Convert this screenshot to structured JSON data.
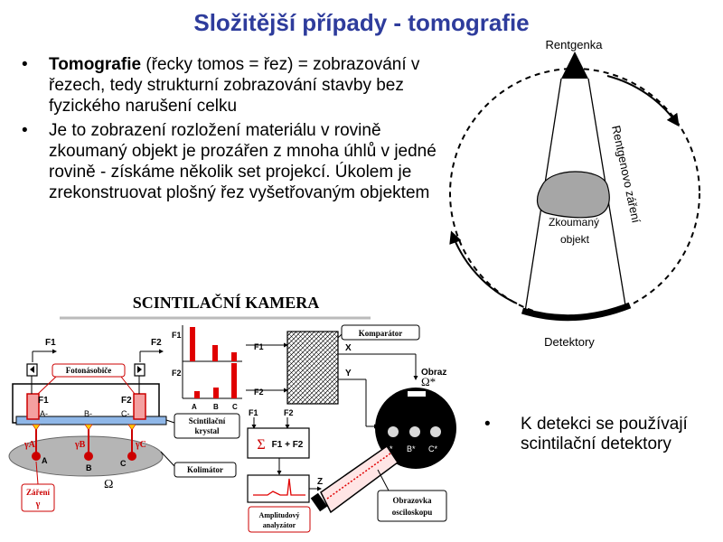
{
  "title": "Složitější případy - tomografie",
  "bullets": [
    {
      "bold": "Tomografie",
      "text": " (řecky tomos = řez) = zobrazování v řezech, tedy strukturní zobrazování stavby bez fyzického narušení celku"
    },
    {
      "text": "Je to zobrazení rozložení materiálu v rovině zkoumaný objekt je prozářen z mnoha úhlů v jedné rovině - získáme několik set projekcí. Úkolem je zrekonstruovat plošný řez vyšetřovaným objektem"
    }
  ],
  "right_bullet": "K detekci se používají scintilační detektory",
  "bullet_glyph": "•",
  "tomo": {
    "source_label": "Rentgenka",
    "beam_label": "Rentgenovo záření",
    "object_label_1": "Zkoumaný",
    "object_label_2": "objekt",
    "detector_label": "Detektory"
  },
  "camera": {
    "title": "SCINTILAČNÍ KAMERA",
    "f1": "F1",
    "f2": "F2",
    "fotonasobice": "Fotonásobiče",
    "scint_1": "Scintilační",
    "scint_2": "krystal",
    "kolimator": "Kolimátor",
    "zareni_1": "Záření",
    "zareni_2": "γ",
    "omega": "Ω",
    "omega_star": "Ω*",
    "gamma_a": "γA",
    "gamma_b": "γB",
    "gamma_c": "γC",
    "a": "A",
    "b": "B",
    "c": "C",
    "a_minus": "A-",
    "b_minus": "B-",
    "c_minus": "C-",
    "a_star": "A*",
    "b_star": "B*",
    "c_star": "C*",
    "komparator": "Komparátor",
    "x": "X",
    "y": "Y",
    "z": "Z",
    "obraz": "Obraz",
    "sum": "Σ",
    "sum_label": "F1 + F2",
    "amp_1": "Amplitudový",
    "amp_2": "analyzátor",
    "osc_1": "Obrazovka",
    "osc_2": "osciloskopu"
  },
  "colors": {
    "title": "#2e3c9c",
    "red": "#e00000",
    "crystal": "#8fb7e8",
    "object_fill": "#a6a6a6",
    "collimator": "#b5b5b5"
  }
}
